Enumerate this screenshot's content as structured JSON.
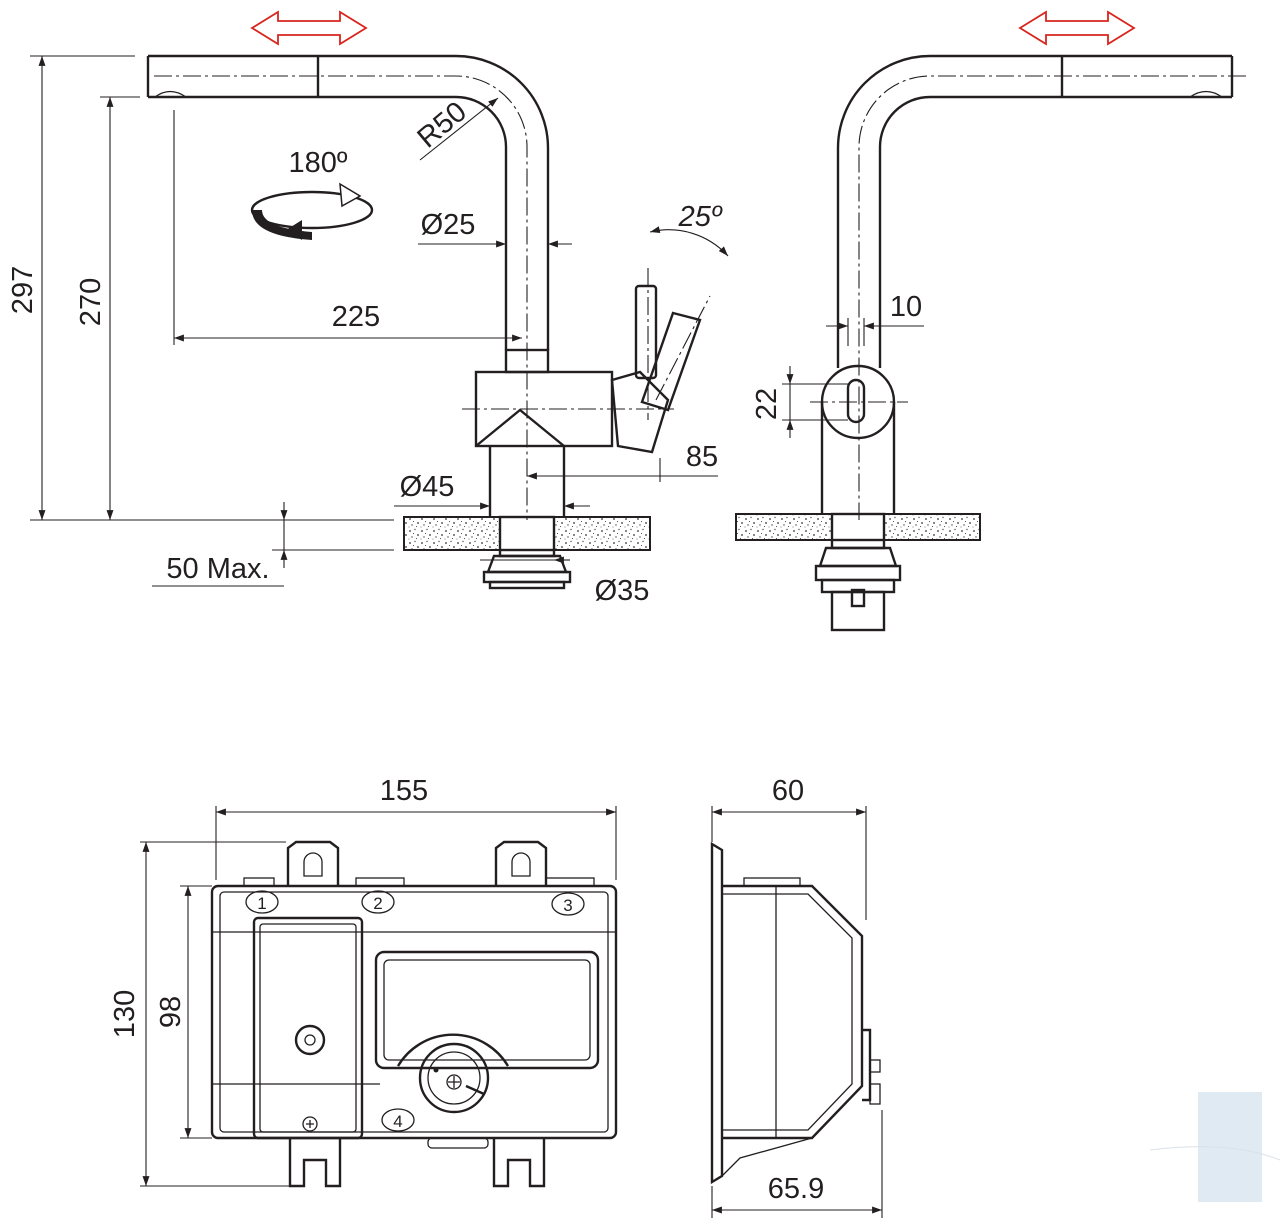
{
  "faucet": {
    "height_total": "297",
    "height_spout": "270",
    "reach": "225",
    "bend_radius": "R50",
    "tube_diameter": "Ø25",
    "rotation": "180º",
    "lever_angle": "25º",
    "handle_offset": "85",
    "base_diameter": "Ø45",
    "max_counter": "50 Max.",
    "shank_diameter": "Ø35",
    "lever_width": "10",
    "lever_height": "22"
  },
  "control_box": {
    "width": "155",
    "depth": "60",
    "depth_max": "65.9",
    "height_total": "130",
    "height_body": "98",
    "ports": [
      "1",
      "2",
      "3",
      "4"
    ]
  },
  "colors": {
    "line": "#231f20",
    "arrow": "#d7261e"
  }
}
